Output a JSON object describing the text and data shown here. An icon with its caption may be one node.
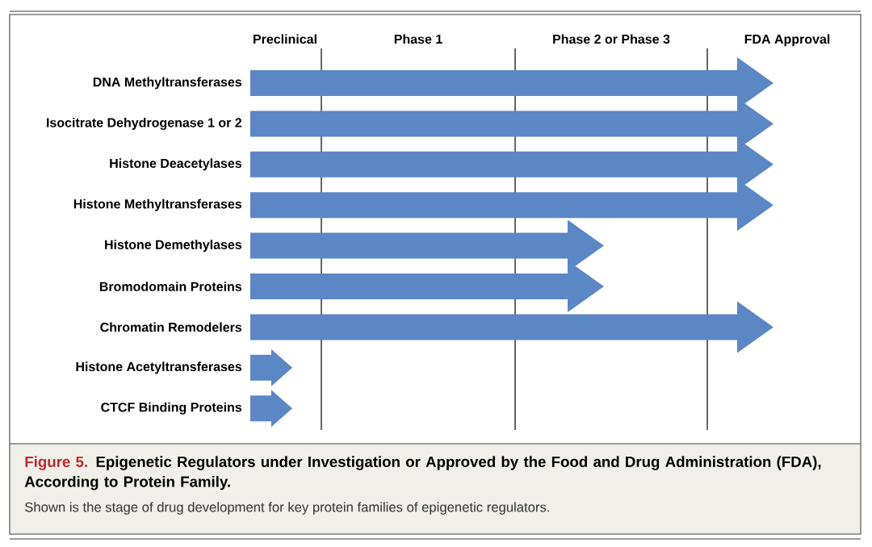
{
  "diagram": {
    "caption": "Epigenetic Regulators under Investigation or Approved by the Food and Drug Administration (FDA), According to Protein Family.",
    "labels": [
      "Preclinical",
      "Phase 1",
      "Phase 2 or Phase 3",
      "FDA Approval",
      "DNA Methyltransferases",
      "Isocitrate Dehydrogenase 1 or 2",
      "Histone Deacetylases",
      "Histone Methyltransferases",
      "Histone Demethylases",
      "Bromodomain Proteins",
      "Chromatin Remodelers",
      "Histone Acetyltransferases",
      "CTCF Binding Proteins",
      "Figure 5.",
      "Shown is the stage of drug development for key protein families of epigenetic regulators."
    ]
  }
}
